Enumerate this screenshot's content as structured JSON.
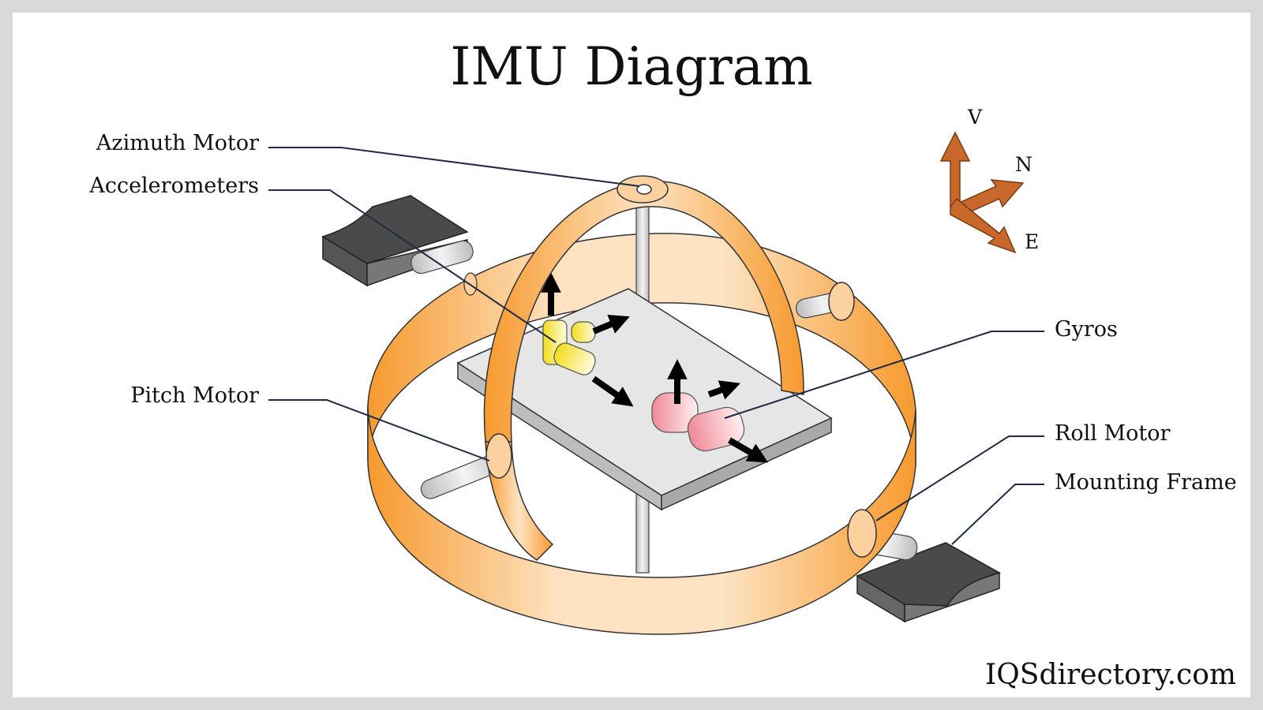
{
  "title": "IMU Diagram",
  "labels": {
    "azimuth_motor": "Azimuth Motor",
    "accelerometers": "Accelerometers",
    "pitch_motor": "Pitch Motor",
    "gyros": "Gyros",
    "roll_motor": "Roll Motor",
    "mounting_frame": "Mounting Frame"
  },
  "axes": {
    "v": "V",
    "n": "N",
    "e": "E"
  },
  "watermark": "IQSdirectory.com",
  "colors": {
    "gimbal_orange": "#f7a13c",
    "gimbal_light": "#fde8cf",
    "axis_arrow": "#c8682a",
    "mount_dark": "#555555",
    "accelerometer_yellow": "#f6e64a",
    "gyro_pink": "#f4a9b2",
    "leader_line": "#1f2a44"
  }
}
